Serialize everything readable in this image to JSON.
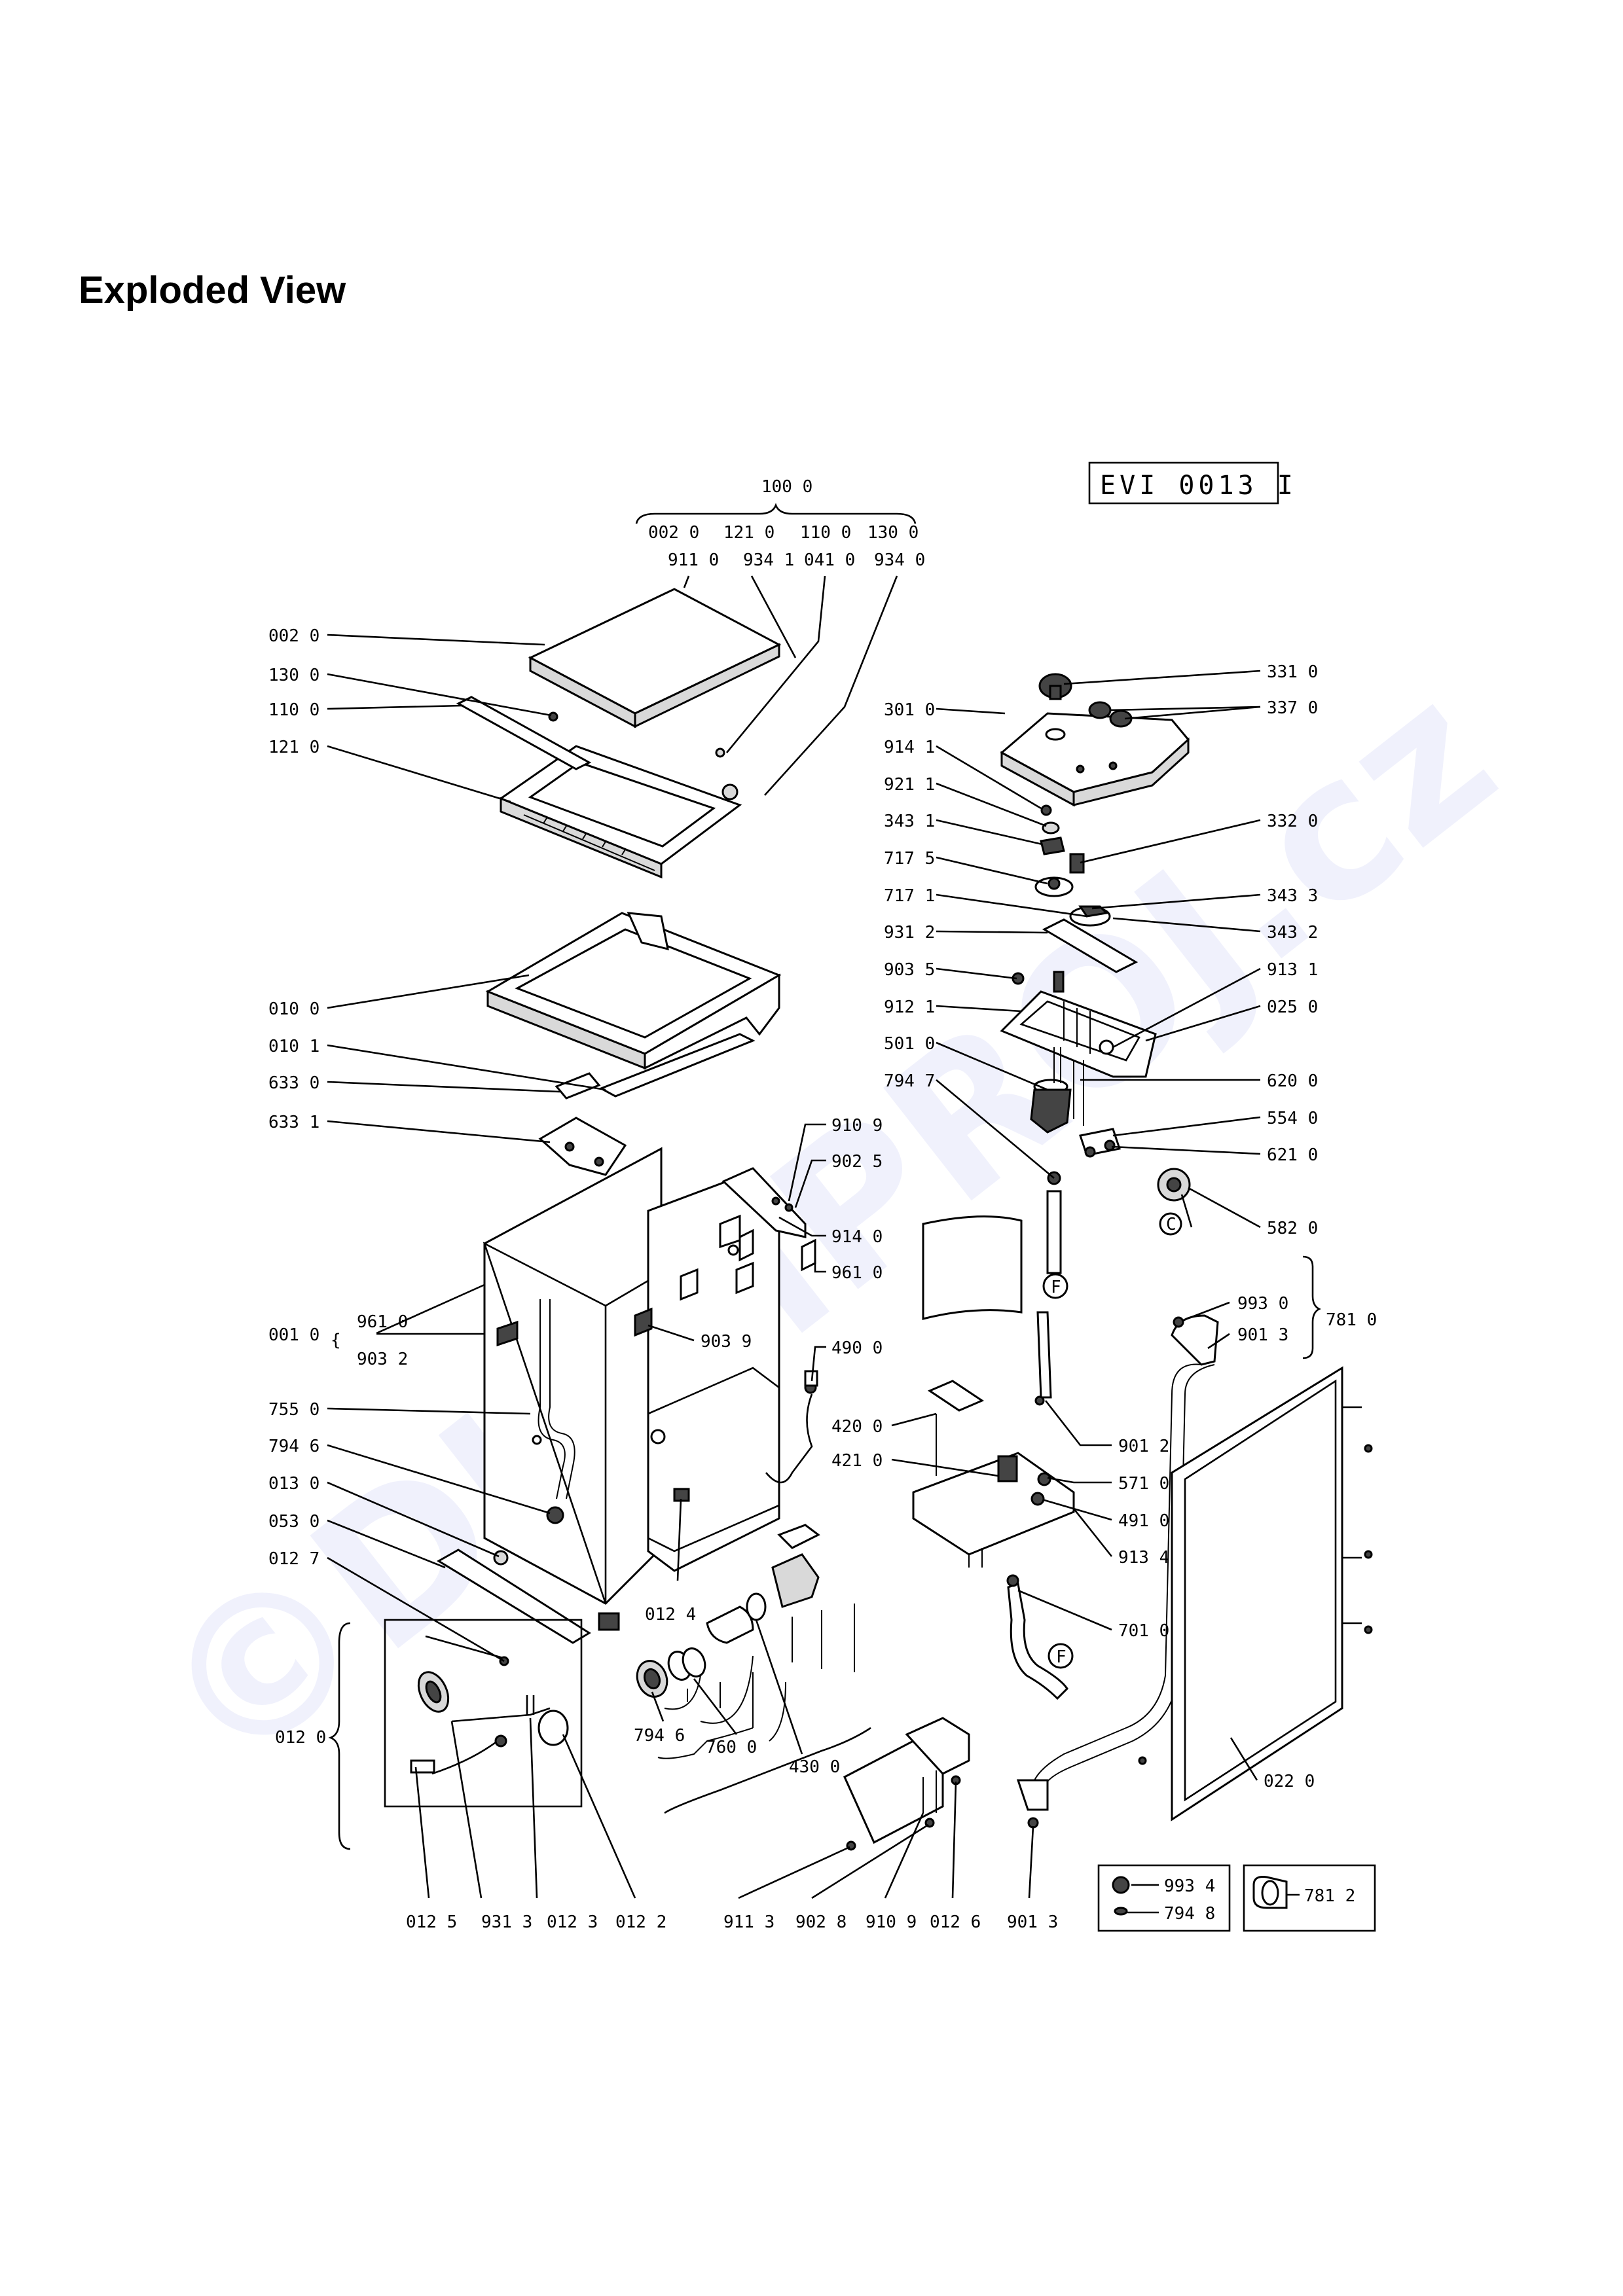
{
  "page": {
    "title": "Exploded View",
    "doc_code": "EVI 0013 I",
    "watermark": "©DIAMPROJ.cz"
  },
  "labels": {
    "l1000": "100 0",
    "l0020a": "002 0",
    "l1210a": "121 0",
    "l1100a": "110 0",
    "l1300a": "130 0",
    "l9110a": "911 0",
    "l9341a": "934 1",
    "l0410": "041 0",
    "l9340": "934 0",
    "l0020": "002 0",
    "l1300": "130 0",
    "l1100": "110 0",
    "l1210": "121 0",
    "l0100": "010 0",
    "l0101": "010 1",
    "l6330": "633 0",
    "l6331": "633 1",
    "l0010": "001 0",
    "l9610a": "961 0",
    "l9032": "903 2",
    "l7550": "755 0",
    "l7946": "794 6",
    "l0130": "013 0",
    "l0530": "053 0",
    "l0127": "012 7",
    "l0120": "012 0",
    "l0125": "012 5",
    "l9313": "931 3",
    "l0123": "012 3",
    "l0122": "012 2",
    "l9109a": "910 9",
    "l9025": "902 5",
    "l9140": "914 0",
    "l9610b": "961 0",
    "l9039": "903 9",
    "l4900": "490 0",
    "l0124": "012 4",
    "l7946b": "794 6",
    "l7600": "760 0",
    "l4300": "430 0",
    "l9113": "911 3",
    "l9028": "902 8",
    "l9109b": "910 9",
    "l0126": "012 6",
    "l9013b": "901 3",
    "l3010": "301 0",
    "l9141": "914 1",
    "l9211": "921 1",
    "l3431": "343 1",
    "l7175": "717 5",
    "l7171": "717 1",
    "l9312": "931 2",
    "l9035": "903 5",
    "l9121": "912 1",
    "l5010": "501 0",
    "l7947": "794 7",
    "l3310": "331 0",
    "l3370": "337 0",
    "l3320": "332 0",
    "l3433": "343 3",
    "l3432": "343 2",
    "l9131": "913 1",
    "l0250": "025 0",
    "l6200": "620 0",
    "l5540": "554 0",
    "l6210": "621 0",
    "l5820": "582 0",
    "l9930": "993 0",
    "l9013": "901 3",
    "l7810": "781 0",
    "l4200": "420 0",
    "l4210": "421 0",
    "l9012": "901 2",
    "l5710": "571 0",
    "l4910": "491 0",
    "l9134": "913 4",
    "l7010": "701 0",
    "l0220": "022 0",
    "l9934": "993 4",
    "l7948": "794 8",
    "l7812": "781 2",
    "mC": "C",
    "mF1": "F",
    "mF2": "F"
  },
  "colors": {
    "watermark": "#3b49d8",
    "ink": "#000000"
  }
}
